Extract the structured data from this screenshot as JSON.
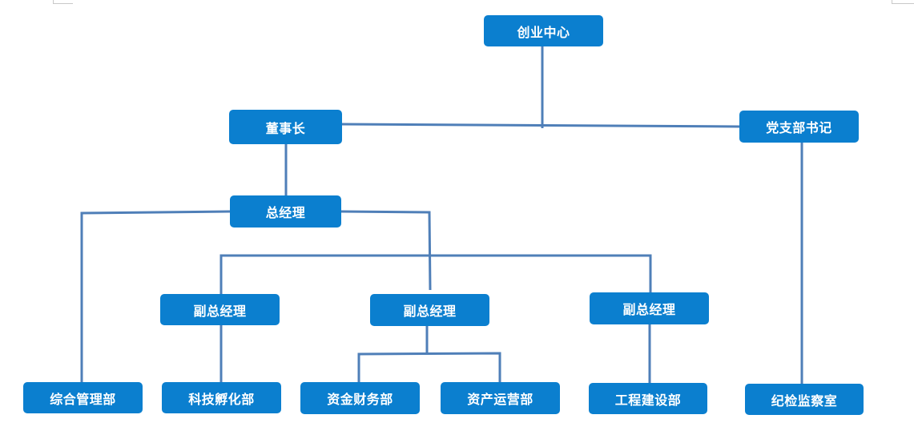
{
  "colors": {
    "node_fill": "#0b7fcf",
    "node_text": "#ffffff",
    "connector": "#4f7fb8",
    "background": "#ffffff"
  },
  "nodes": {
    "center": "创业中心",
    "chairman": "董事长",
    "party_secretary": "党支部书记",
    "general_manager": "总经理",
    "deputy_gm_1": "副总经理",
    "deputy_gm_2": "副总经理",
    "deputy_gm_3": "副总经理",
    "admin_dept": "综合管理部",
    "tech_incubation_dept": "科技孵化部",
    "finance_dept": "资金财务部",
    "asset_operation_dept": "资产运营部",
    "construction_dept": "工程建设部",
    "discipline_office": "纪检监察室"
  }
}
